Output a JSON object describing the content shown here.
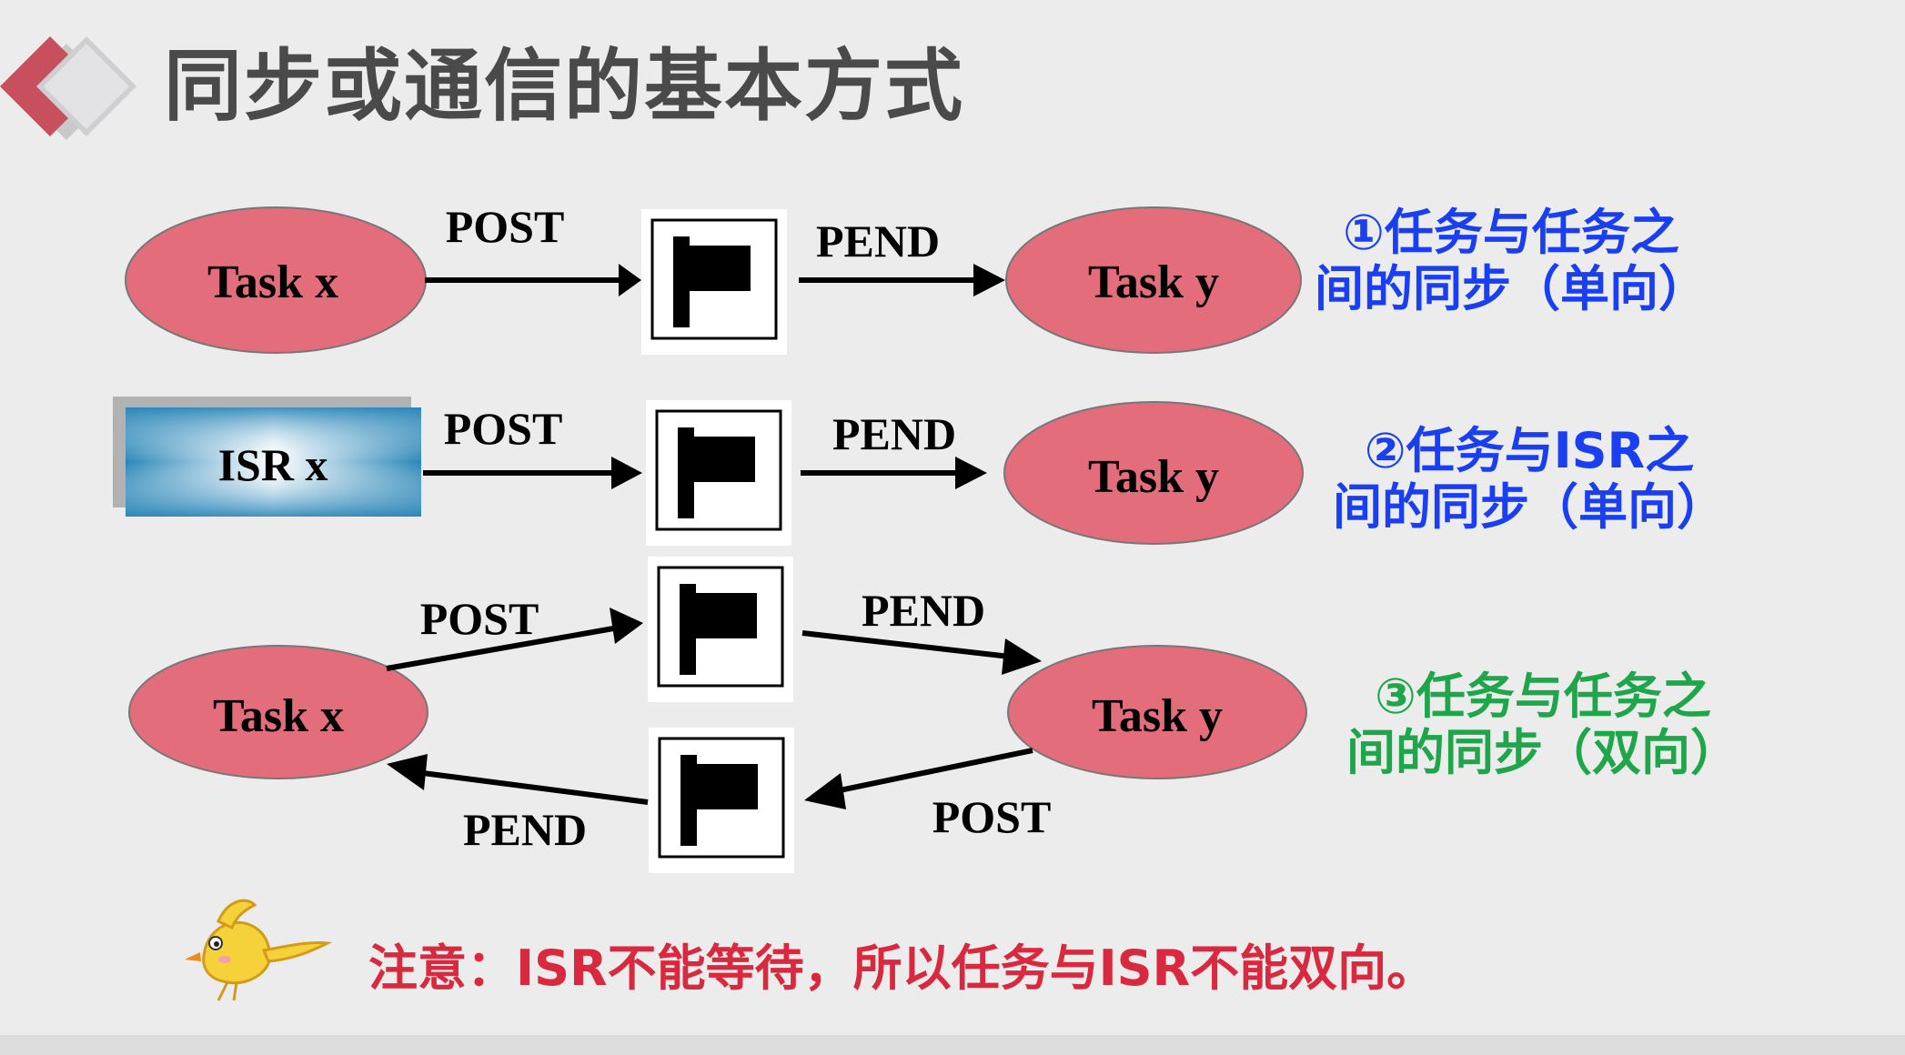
{
  "title": "同步或通信的基本方式",
  "colors": {
    "ellipse_fill": "#e46d7c",
    "caption_blue": "#1a3ff0",
    "caption_green": "#1fa54a",
    "note_red": "#d9293e",
    "title_gray": "#4a4a4a"
  },
  "nodes": {
    "row1_task_x": "Task x",
    "row1_task_y": "Task y",
    "row2_isr_x": "ISR x",
    "row2_task_y": "Task y",
    "row3_task_x": "Task x",
    "row3_task_y": "Task y"
  },
  "edges": {
    "row1_post": "POST",
    "row1_pend": "PEND",
    "row2_post": "POST",
    "row2_pend": "PEND",
    "row3_top_post": "POST",
    "row3_top_pend": "PEND",
    "row3_bottom_pend": "PEND",
    "row3_bottom_post": "POST"
  },
  "captions": {
    "c1_line1": "①任务与任务之",
    "c1_line2": "间的同步（单向）",
    "c2_line1": "②任务与ISR之",
    "c2_line2": "间的同步（单向）",
    "c3_line1": "③任务与任务之",
    "c3_line2": "间的同步（双向）"
  },
  "note": "注意：ISR不能等待，所以任务与ISR不能双向。",
  "icons": {
    "logo": "diamond-logo-icon",
    "flag": "flag-icon",
    "bird": "bird-mascot-icon"
  }
}
